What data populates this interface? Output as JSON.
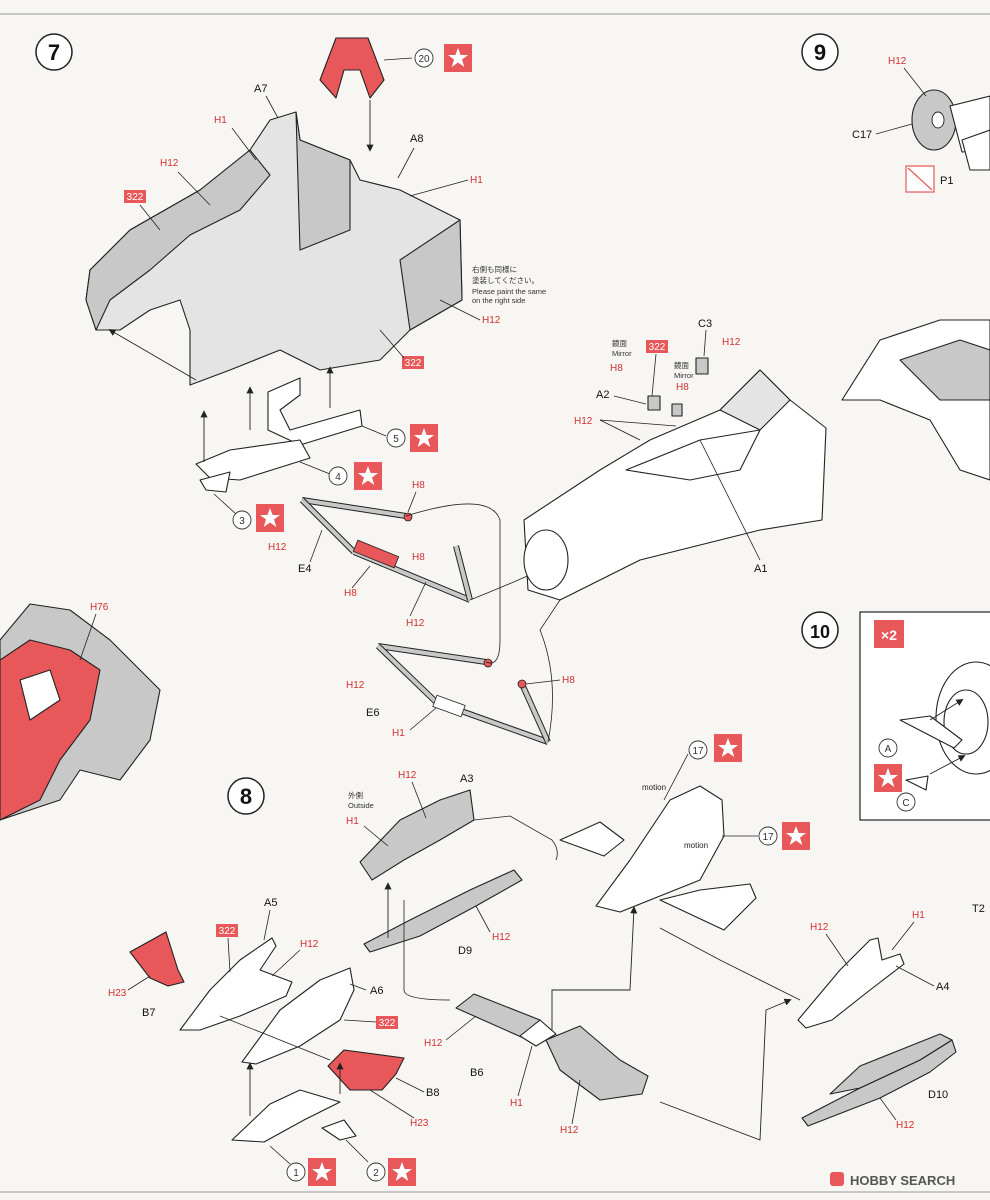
{
  "steps": {
    "s7": "7",
    "s8": "8",
    "s9": "9",
    "s10": "10",
    "x2": "×2"
  },
  "parts": {
    "A1": "A1",
    "A2": "A2",
    "A3": "A3",
    "A4": "A4",
    "A5": "A5",
    "A6": "A6",
    "A7": "A7",
    "A8": "A8",
    "B6": "B6",
    "B7": "B7",
    "B8": "B8",
    "C3": "C3",
    "C17": "C17",
    "D9": "D9",
    "D10": "D10",
    "E4": "E4",
    "E6": "E6",
    "P1": "P1",
    "T2": "T2"
  },
  "paint": {
    "H1": "H1",
    "H8": "H8",
    "H12": "H12",
    "H23": "H23",
    "H76": "H76",
    "c322": "322"
  },
  "decals": {
    "d1": "1",
    "d2": "2",
    "d3": "3",
    "d4": "4",
    "d5": "5",
    "d17": "17",
    "d20": "20",
    "A": "A",
    "C": "C"
  },
  "notes": {
    "right_jp1": "右側も同様に",
    "right_jp2": "塗装してください。",
    "right_en1": "Please paint the same",
    "right_en2": "on the right side",
    "mirror_jp": "鏡面",
    "mirror_en": "Mirror",
    "outside_jp": "外側",
    "outside_en": "Outside",
    "motion": "motion"
  },
  "watermark": "HOBBY SEARCH",
  "colors": {
    "paint_red": "#d23030",
    "marking_red": "#e8585a",
    "part_grey": "#c8c8c8"
  }
}
